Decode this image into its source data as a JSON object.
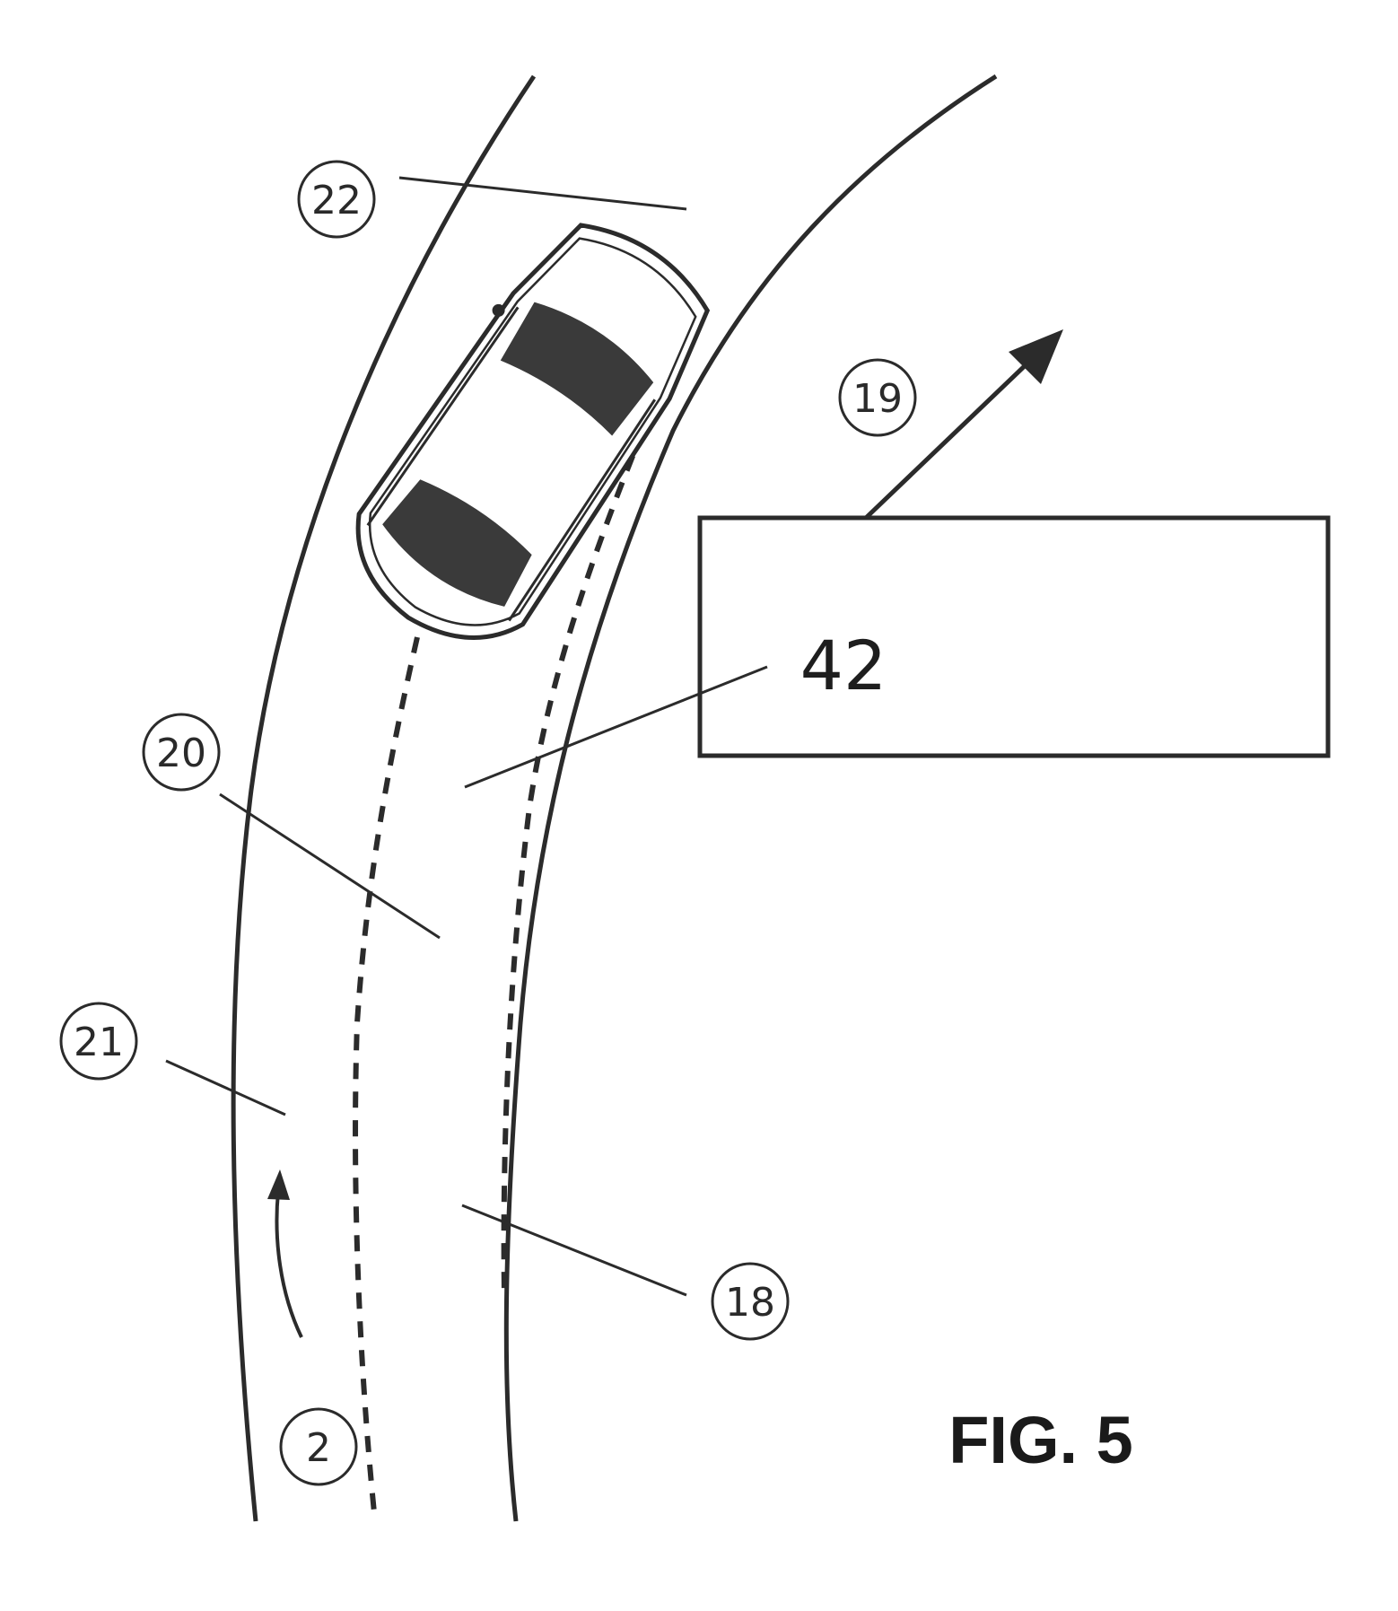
{
  "figure": {
    "caption": "FIG. 5",
    "box_label": "42",
    "references": {
      "r22": "22",
      "r19": "19",
      "r20": "20",
      "r21": "21",
      "r18": "18",
      "r2": "2"
    }
  },
  "colors": {
    "stroke": "#2b2b2b",
    "car_window": "#3a3a3a",
    "background": "#ffffff"
  }
}
